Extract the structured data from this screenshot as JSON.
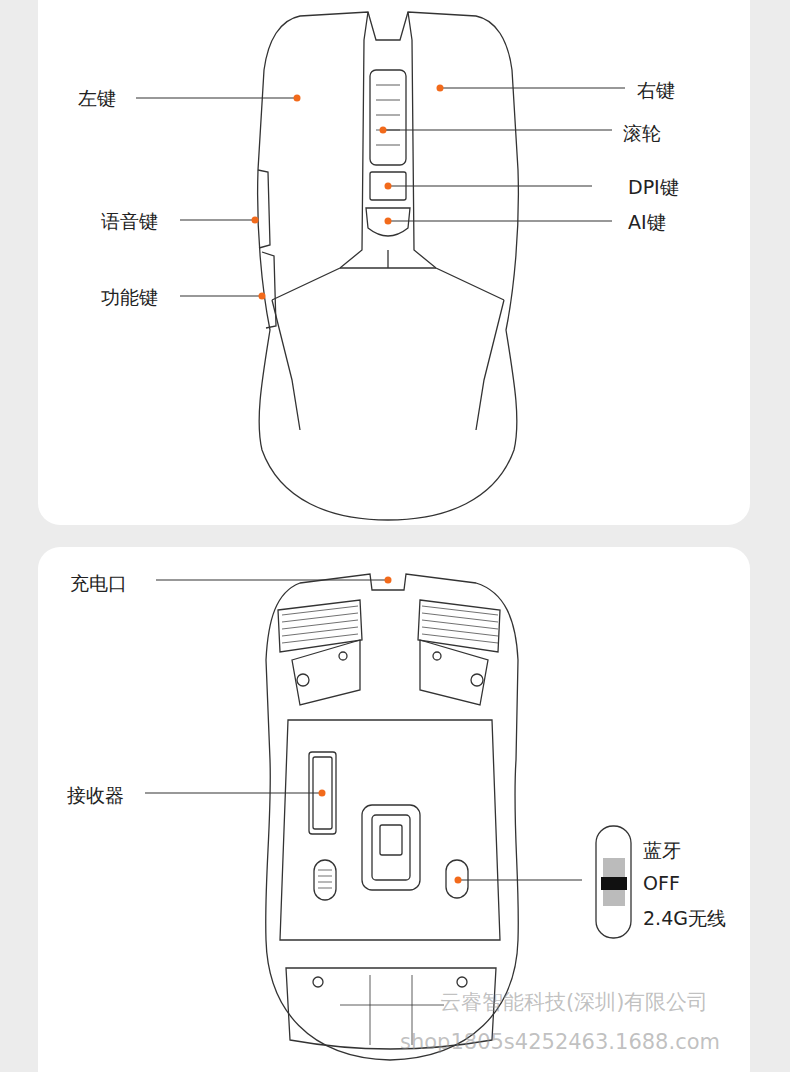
{
  "diagram": {
    "labels": [
      "左键",
      "右键",
      "滚轮",
      "DPI键",
      "AI键",
      "语音键",
      "功能键",
      "充电口",
      "接收器",
      "蓝牙",
      "OFF",
      "2.4G无线",
      "云睿智能科技(深圳)有限公司",
      "shop1805s4252463.1688.com"
    ]
  }
}
